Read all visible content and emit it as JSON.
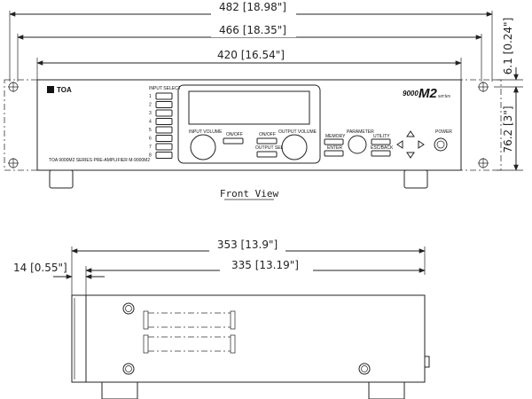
{
  "front_view": {
    "dims": {
      "overall_width": "482 [18.98\"]",
      "mount_width": "466 [18.35\"]",
      "body_width": "420 [16.54\"]",
      "top_offset": "6.1 [0.24\"]",
      "panel_height": "76.2 [3\"]"
    },
    "panel": {
      "brand": "TOA",
      "input_select_label": "INPUT SELECT",
      "input_numbers": [
        "1",
        "2",
        "3",
        "4",
        "5",
        "6",
        "7",
        "8"
      ],
      "input_volume_label": "INPUT VOLUME",
      "output_volume_label": "OUTPUT VOLUME",
      "onoff_left": "ON/OFF",
      "onoff_right": "ON/OFF",
      "output_sel": "OUTPUT SEL",
      "memory": "MEMORY",
      "parameter": "PARAMETER",
      "utility": "UTILITY",
      "enter": "ENTER",
      "esc_back": "ESC/BACK",
      "power": "POWER",
      "series_number": "9000",
      "series_mark": "M2",
      "series_word": "series",
      "model_text": "TOA 9000M2 SERIES PRE-AMPLIFIER M-9000M2"
    },
    "caption": "Front View"
  },
  "side_view": {
    "dims": {
      "overall_depth": "353 [13.9\"]",
      "body_depth": "335 [13.19\"]",
      "front_offset": "14 [0.55\"]"
    }
  }
}
